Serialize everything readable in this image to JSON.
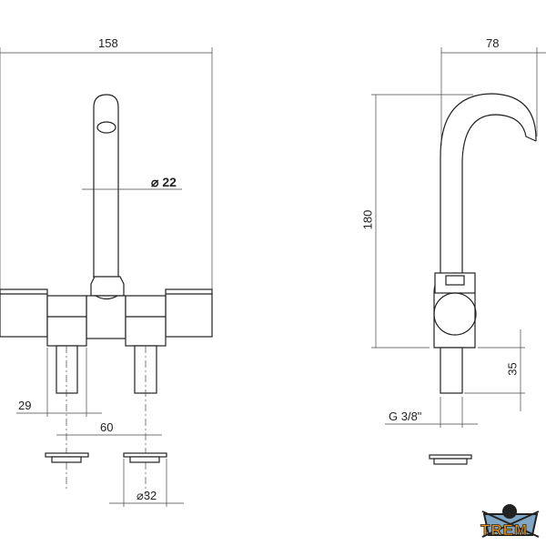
{
  "front_view": {
    "width_dim": "158",
    "spout_diameter": "⌀ 22",
    "handle_dim": "29",
    "center_distance": "60",
    "hole_diameter": "⌀32"
  },
  "side_view": {
    "depth_dim": "78",
    "height_dim": "180",
    "shank_length": "35",
    "thread": "G 3/8\""
  },
  "logo": {
    "text": "TREM",
    "colors": {
      "orange": "#f39200",
      "blue": "#7fa6c4",
      "dark": "#222222"
    }
  }
}
